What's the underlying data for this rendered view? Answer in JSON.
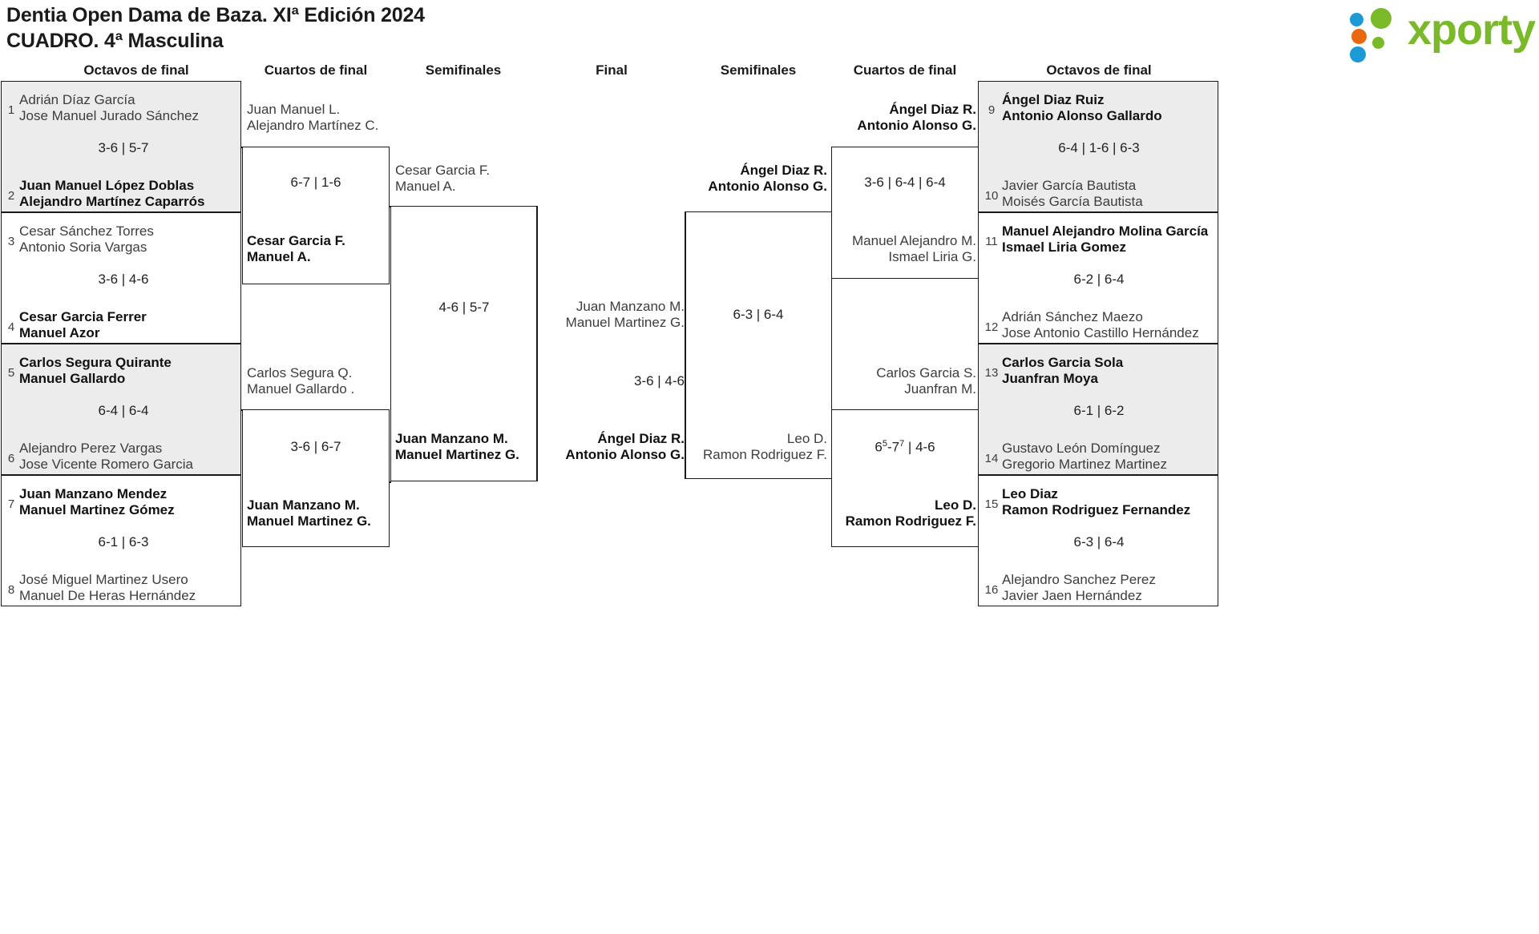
{
  "header": {
    "title_line1": "Dentia Open Dama de Baza. XIª Edición 2024",
    "title_line2": "CUADRO. 4ª Masculina",
    "logo_text": "xporty",
    "logo_colors": {
      "blue": "#1b9ad6",
      "orange": "#e8680f",
      "green": "#7ab929"
    }
  },
  "round_labels": {
    "r16_left": "Octavos de final",
    "qf_left": "Cuartos de final",
    "sf_left": "Semifinales",
    "final": "Final",
    "sf_right": "Semifinales",
    "qf_right": "Cuartos de final",
    "r16_right": "Octavos de final"
  },
  "left": {
    "r16": [
      {
        "seed_top": "1",
        "seed_bottom": "2",
        "top": {
          "l1": "Adrián Díaz García",
          "l2": "Jose Manuel Jurado Sánchez",
          "result": "loser"
        },
        "bottom": {
          "l1": "Juan Manuel López Doblas",
          "l2": "Alejandro Martínez Caparrós",
          "result": "winner"
        },
        "score": "3-6 | 5-7"
      },
      {
        "seed_top": "3",
        "seed_bottom": "4",
        "top": {
          "l1": "Cesar Sánchez Torres",
          "l2": "Antonio Soria Vargas",
          "result": "loser"
        },
        "bottom": {
          "l1": "Cesar Garcia Ferrer",
          "l2": "Manuel Azor",
          "result": "winner"
        },
        "score": "3-6 | 4-6"
      },
      {
        "seed_top": "5",
        "seed_bottom": "6",
        "top": {
          "l1": "Carlos Segura Quirante",
          "l2": "Manuel Gallardo",
          "result": "winner"
        },
        "bottom": {
          "l1": "Alejandro Perez Vargas",
          "l2": "Jose Vicente Romero Garcia",
          "result": "loser"
        },
        "score": "6-4 | 6-4"
      },
      {
        "seed_top": "7",
        "seed_bottom": "8",
        "top": {
          "l1": "Juan Manzano Mendez",
          "l2": "Manuel Martinez Gómez",
          "result": "winner"
        },
        "bottom": {
          "l1": "José Miguel Martinez Usero",
          "l2": "Manuel De Heras Hernández",
          "result": "loser"
        },
        "score": "6-1 | 6-3"
      }
    ],
    "qf": [
      {
        "top": {
          "l1": "Juan Manuel L.",
          "l2": "Alejandro Martínez C.",
          "result": "loser"
        },
        "bottom": {
          "l1": "Cesar Garcia F.",
          "l2": "Manuel A.",
          "result": "winner"
        },
        "score": "6-7 | 1-6"
      },
      {
        "top": {
          "l1": "Carlos Segura Q.",
          "l2": "Manuel Gallardo .",
          "result": "loser"
        },
        "bottom": {
          "l1": "Juan Manzano M.",
          "l2": "Manuel Martinez G.",
          "result": "winner"
        },
        "score": "3-6 | 6-7"
      }
    ],
    "sf": [
      {
        "top": {
          "l1": "Cesar Garcia F.",
          "l2": "Manuel A.",
          "result": "loser"
        },
        "bottom": {
          "l1": "Juan Manzano M.",
          "l2": "Manuel Martinez G.",
          "result": "winner"
        },
        "score": "4-6 | 5-7"
      }
    ]
  },
  "final": {
    "top": {
      "l1": "Juan Manzano M.",
      "l2": "Manuel Martinez G.",
      "result": "loser"
    },
    "bottom": {
      "l1": "Ángel Diaz R.",
      "l2": "Antonio Alonso G.",
      "result": "winner"
    },
    "score": "3-6 | 4-6"
  },
  "right": {
    "sf": [
      {
        "top": {
          "l1": "Ángel Diaz R.",
          "l2": "Antonio Alonso G.",
          "result": "winner"
        },
        "bottom": {
          "l1": "Leo D.",
          "l2": "Ramon Rodriguez F.",
          "result": "loser"
        },
        "score": "6-3 | 6-4"
      }
    ],
    "qf": [
      {
        "top": {
          "l1": "Ángel Diaz R.",
          "l2": "Antonio Alonso G.",
          "result": "winner"
        },
        "bottom": {
          "l1": "Manuel Alejandro M.",
          "l2": "Ismael Liria G.",
          "result": "loser"
        },
        "score": "3-6 | 6-4 | 6-4"
      },
      {
        "top": {
          "l1": "Carlos Garcia S.",
          "l2": "Juanfran M.",
          "result": "loser"
        },
        "bottom": {
          "l1": "Leo D.",
          "l2": "Ramon Rodriguez F.",
          "result": "winner"
        },
        "score_pre": "6",
        "score_sup1": "5",
        "score_mid": "-7",
        "score_sup2": "7",
        "score_post": " | 4-6"
      }
    ],
    "r16": [
      {
        "seed_top": "9",
        "seed_bottom": "10",
        "top": {
          "l1": "Ángel Diaz Ruiz",
          "l2": "Antonio Alonso Gallardo",
          "result": "winner"
        },
        "bottom": {
          "l1": "Javier García Bautista",
          "l2": "Moisés García Bautista",
          "result": "loser"
        },
        "score": "6-4 | 1-6 | 6-3"
      },
      {
        "seed_top": "11",
        "seed_bottom": "12",
        "top": {
          "l1": "Manuel Alejandro Molina García",
          "l2": "Ismael Liria Gomez",
          "result": "winner"
        },
        "bottom": {
          "l1": "Adrián Sánchez Maezo",
          "l2": "Jose Antonio Castillo Hernández",
          "result": "loser"
        },
        "score": "6-2 | 6-4"
      },
      {
        "seed_top": "13",
        "seed_bottom": "14",
        "top": {
          "l1": "Carlos Garcia Sola",
          "l2": "Juanfran Moya",
          "result": "winner"
        },
        "bottom": {
          "l1": "Gustavo León Domínguez",
          "l2": "Gregorio Martinez Martinez",
          "result": "loser"
        },
        "score": "6-1 | 6-2"
      },
      {
        "seed_top": "15",
        "seed_bottom": "16",
        "top": {
          "l1": "Leo Diaz",
          "l2": "Ramon Rodriguez Fernandez",
          "result": "winner"
        },
        "bottom": {
          "l1": "Alejandro Sanchez Perez",
          "l2": "Javier Jaen Hernández",
          "result": "loser"
        },
        "score": "6-3 | 6-4"
      }
    ]
  }
}
